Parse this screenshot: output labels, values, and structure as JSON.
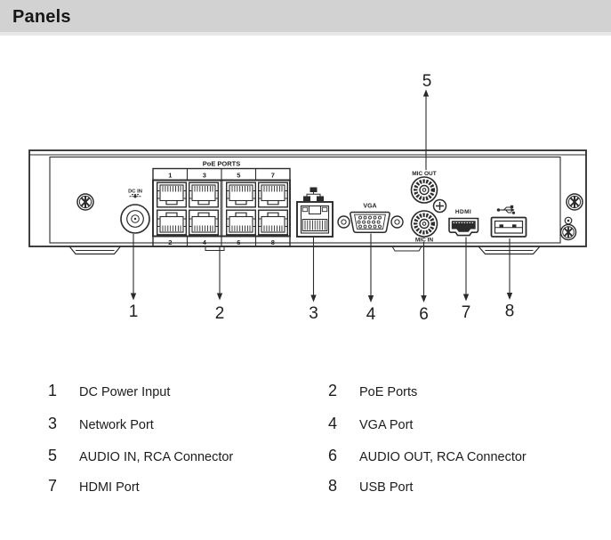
{
  "header": {
    "title": "Panels"
  },
  "diagram": {
    "poe_label": "PoE PORTS",
    "poe_top_numbers": [
      "1",
      "3",
      "5",
      "7"
    ],
    "poe_bottom_numbers": [
      "2",
      "4",
      "6",
      "8"
    ],
    "dc_label": "DC IN",
    "vga_label": "VGA",
    "mic_out_label": "MIC OUT",
    "mic_in_label": "MIC IN",
    "hdmi_label": "HDMI",
    "callouts": [
      "1",
      "2",
      "3",
      "4",
      "5",
      "6",
      "7",
      "8"
    ]
  },
  "legend": {
    "items": [
      {
        "num": "1",
        "label": "DC Power Input"
      },
      {
        "num": "2",
        "label": "PoE Ports"
      },
      {
        "num": "3",
        "label": "Network Port"
      },
      {
        "num": "4",
        "label": "VGA Port"
      },
      {
        "num": "5",
        "label": "AUDIO IN, RCA Connector"
      },
      {
        "num": "6",
        "label": "AUDIO OUT, RCA Connector"
      },
      {
        "num": "7",
        "label": "HDMI Port"
      },
      {
        "num": "8",
        "label": "USB Port"
      }
    ]
  }
}
